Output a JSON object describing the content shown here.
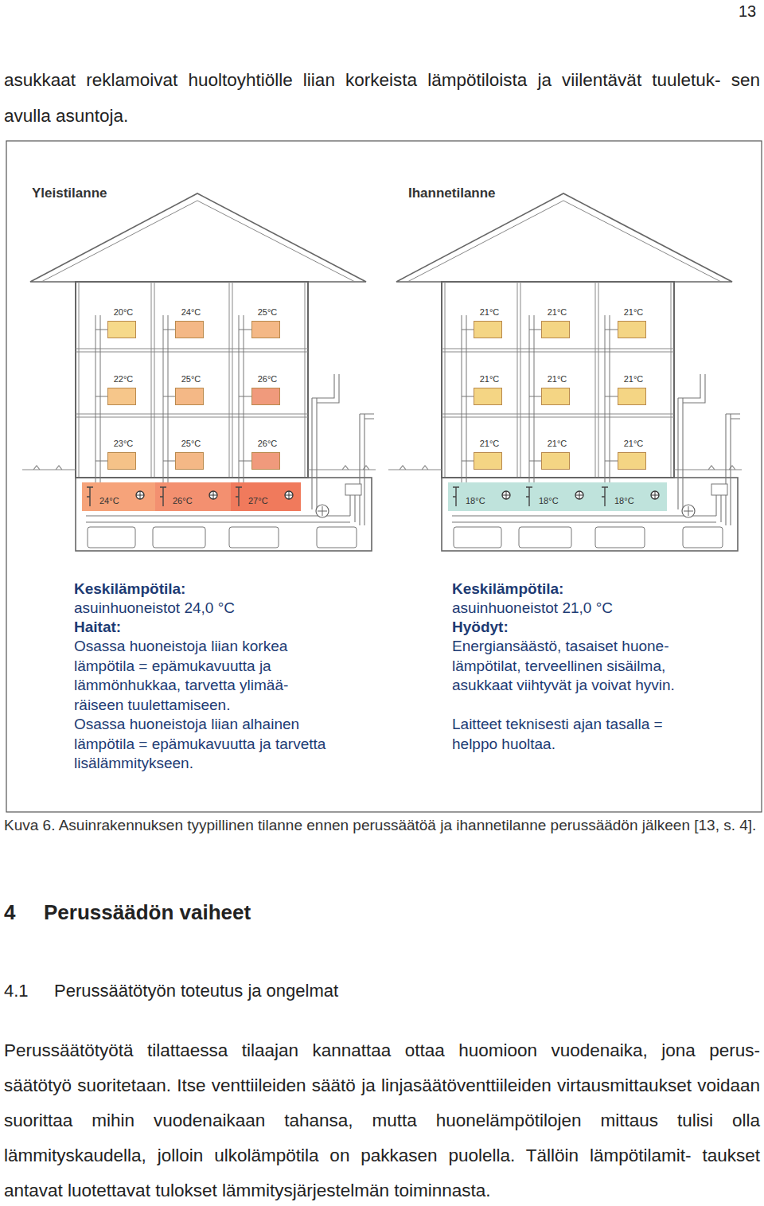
{
  "diagram": {
    "caption": "Kuva 6. Asuinrakennuksen tyypillinen tilanne ennen perussäätöä ja ihannetilanne perussäädön jälkeen [13, s. 4].",
    "nodes": [
      {
        "text": [
          "20°C"
        ]
      },
      {
        "text": [
          "24°C"
        ]
      },
      {
        "text": [
          "25°C"
        ]
      },
      {
        "text": [
          "22°C"
        ]
      },
      {
        "text": [
          "25°C"
        ]
      },
      {
        "text": [
          "26°C"
        ]
      },
      {
        "text": [
          "23°C"
        ]
      },
      {
        "text": [
          "25°C"
        ]
      },
      {
        "text": [
          "26°C"
        ]
      },
      {
        "text": [
          "24°C"
        ]
      },
      {
        "text": [
          "26°C"
        ]
      },
      {
        "text": [
          "27°C"
        ]
      },
      {
        "text": [
          "21°C"
        ]
      },
      {
        "text": [
          "21°C"
        ]
      },
      {
        "text": [
          "21°C"
        ]
      },
      {
        "text": [
          "21°C"
        ]
      },
      {
        "text": [
          "21°C"
        ]
      },
      {
        "text": [
          "21°C"
        ]
      },
      {
        "text": [
          "21°C"
        ]
      },
      {
        "text": [
          "21°C"
        ]
      },
      {
        "text": [
          "21°C"
        ]
      },
      {
        "text": [
          "18°C"
        ]
      },
      {
        "text": [
          "18°C"
        ]
      },
      {
        "text": [
          "18°C"
        ]
      }
    ],
    "labels": [
      "13",
      "asukkaat reklamoivat huoltoyhtiölle liian korkeista lämpötiloista ja viilentävät tuuletuk- sen avulla asuntoja.",
      "Yleistilanne",
      "Ihannetilanne",
      "Keskilämpötila:",
      "asuinhuoneistot 24,0 °C",
      "Haitat:",
      "Osassa huoneistoja liian korkea lämpötila = epämukavuutta ja lämmönhukkaa, tarvetta ylimää- räiseen tuulettamiseen.",
      "Osassa huoneistoja liian alhainen lämpötila = epämukavuutta ja tarvetta lisälämmitykseen.",
      "Keskilämpötila:",
      "asuinhuoneistot 21,0 °C",
      "Hyödyt:",
      "Energiansäästö, tasaiset huone- lämpötilat, terveellinen sisäilma, asukkaat viihtyvät ja voivat hyvin.",
      "Laitteet teknisesti ajan tasalla = helppo huoltaa.",
      "4",
      "Perussäädön vaiheet",
      "4.1",
      "Perussäätötyön toteutus ja ongelmat",
      "Perussäätötyötä tilattaessa tilaajan kannattaa ottaa huomioon vuodenaika, jona perus- säätötyö suoritetaan. Itse venttiileiden säätö ja linjasäätöventtiileiden virtausmittaukset voidaan suorittaa mihin vuodenaikaan tahansa, mutta huonelämpötilojen mittaus tulisi olla lämmityskaudella, jolloin ulkolämpötila on pakkasen puolella. Tällöin lämpötilamit- taukset antavat luotettavat tulokset lämmitysjärjestelmän toiminnasta."
    ]
  }
}
